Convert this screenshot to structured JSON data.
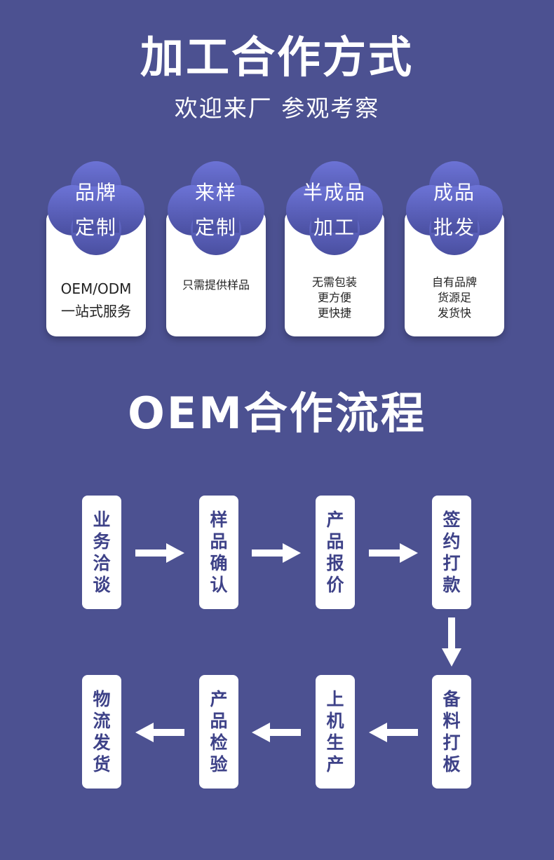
{
  "header": {
    "title": "加工合作方式",
    "subtitle": "欢迎来厂  参观考察"
  },
  "cooperation": [
    {
      "name_line1": "品牌",
      "name_line2": "定制",
      "desc": [
        "OEM/ODM",
        "一站式服务"
      ]
    },
    {
      "name_line1": "来样",
      "name_line2": "定制",
      "desc": [
        "只需提供样品"
      ]
    },
    {
      "name_line1": "半成品",
      "name_line2": "加工",
      "desc": [
        "无需包装",
        "更方便",
        "更快捷"
      ]
    },
    {
      "name_line1": "成品",
      "name_line2": "批发",
      "desc": [
        "自有品牌",
        "货源足",
        "发货快"
      ]
    }
  ],
  "process": {
    "title": "OEM合作流程",
    "row1": [
      "业务洽谈",
      "样品确认",
      "产品报价",
      "签约打款"
    ],
    "row2": [
      "备料打板",
      "上机生产",
      "产品检验",
      "物流发货"
    ]
  },
  "colors": {
    "background": "#4c5191",
    "cloud_gradient_top": "#6c73d6",
    "cloud_gradient_bottom": "#4a4fa0",
    "step_text": "#3e4288"
  }
}
